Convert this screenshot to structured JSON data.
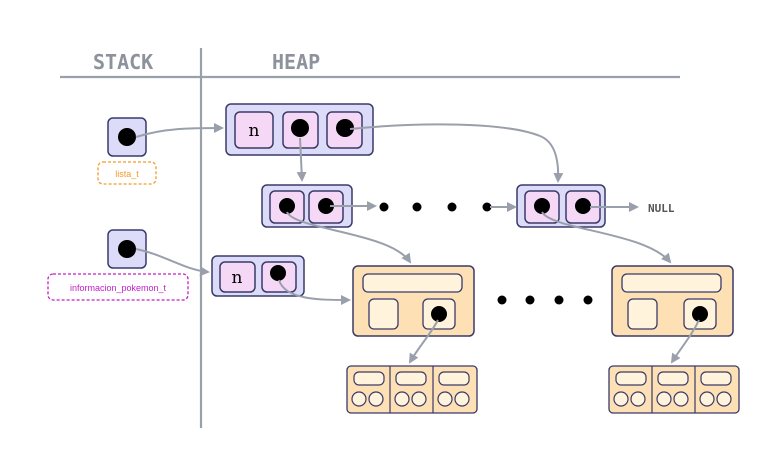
{
  "headers": {
    "stack": "STACK",
    "heap": "HEAP"
  },
  "labels": {
    "lista": "lista_t",
    "info": "informacion_pokemon_t",
    "null": "NULL"
  },
  "node_fields": {
    "n_top": "n",
    "n_left": "n"
  },
  "colors": {
    "lavender_fill": "#dcdcf8",
    "lavender_stroke": "#3a3a6a",
    "pink_fill": "#f5d8f5",
    "peach_fill": "#fde0b4",
    "peach_inner": "#fff3dc",
    "line": "#9aa0ab",
    "lista_label": "#f59a2b",
    "info_label": "#c51cc9"
  }
}
